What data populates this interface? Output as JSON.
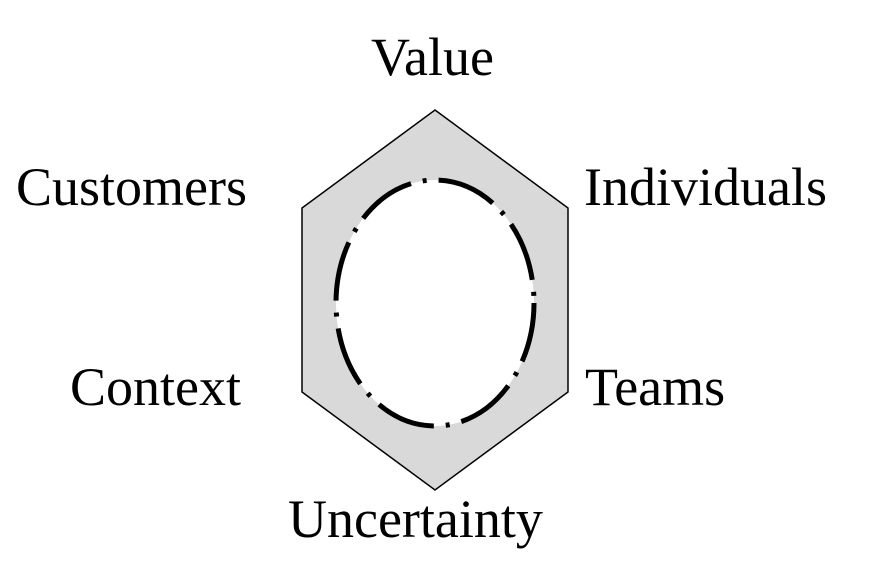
{
  "labels": {
    "top": "Value",
    "top_right": "Individuals",
    "top_left": "Customers",
    "bottom_left": "Context",
    "bottom_right": "Teams",
    "bottom": "Uncertainty"
  },
  "colors": {
    "hexagon_fill": "#d9d9d9",
    "hexagon_stroke": "#000000",
    "ring_fill": "#ffffff",
    "ring_stroke": "#000000",
    "text": "#000000"
  }
}
